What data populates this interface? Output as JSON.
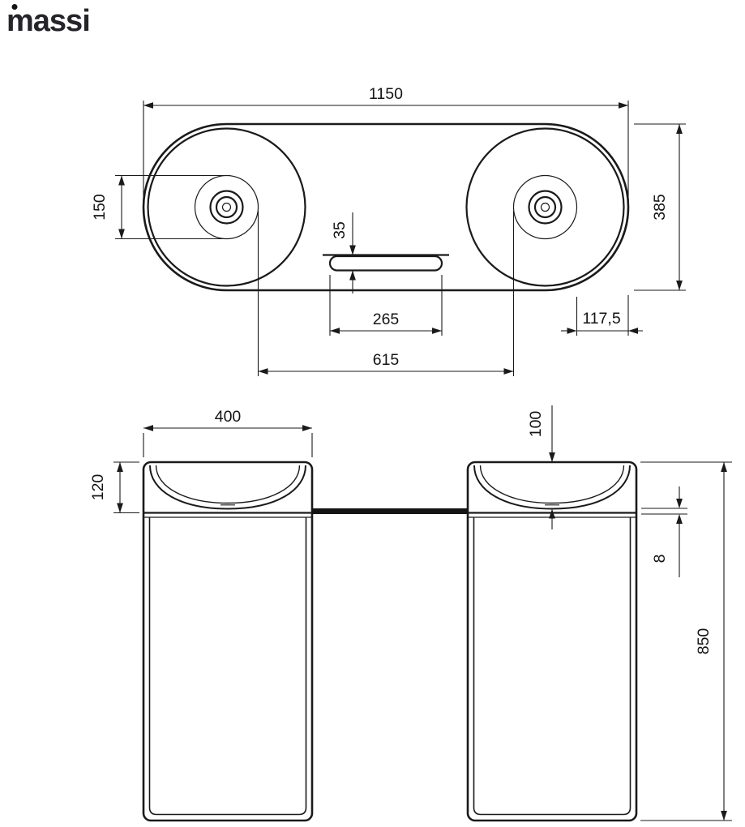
{
  "logo": {
    "brand": "massi"
  },
  "top_view": {
    "overall_width": "1150",
    "overall_depth": "385",
    "drain_circle_diameter": "150",
    "overflow_slot_height": "35",
    "overflow_slot_width": "265",
    "drain_spacing": "615",
    "drain_edge_offset": "117,5"
  },
  "front_view": {
    "basin_width": "400",
    "rim_height": "120",
    "bowl_depth": "100",
    "shelf_thickness": "8",
    "total_height": "850"
  }
}
